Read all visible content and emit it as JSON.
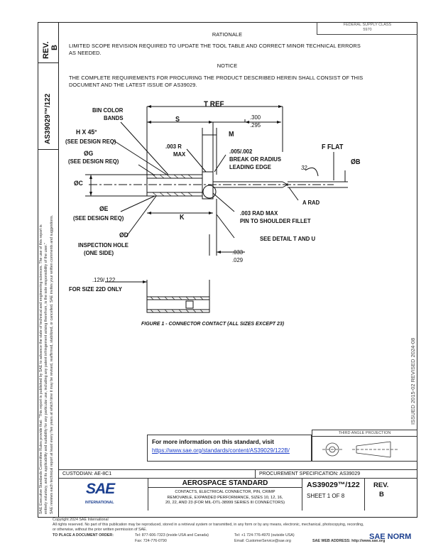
{
  "header": {
    "rev_label": "REV.",
    "rev_value": "B",
    "doc_number": "AS39029™/122",
    "fed_box_line1": "FEDERAL SUPPLY CLASS",
    "fed_box_line2": "5970"
  },
  "left_margin": {
    "line1": "SAE Executive Standards Committee Rules provide that: “This report is published by SAE to advance the state of technical and engineering sciences. The use of this report is",
    "line2": "entirely voluntary, and its applicability and suitability for any particular use, including any patent infringement arising therefrom, is the sole responsibility of the user.”",
    "line3": "SAE reviews each technical report at least every five years at which time it may be revised, reaffirmed, stabilized, or cancelled. SAE invites your written comments and suggestions."
  },
  "right_margin": {
    "dates": "ISSUED 2015-02   REVISED 2024-08"
  },
  "body": {
    "rationale_heading": "RATIONALE",
    "rationale_text_1": "LIMITED SCOPE REVISION REQUIRED TO UPDATE THE TOOL TABLE AND CORRECT MINOR TECHNICAL ERRORS",
    "rationale_text_2": "AS NEEDED.",
    "notice_heading": "NOTICE",
    "notice_text_1": "THE COMPLETE REQUIREMENTS FOR PROCURING THE PRODUCT DESCRIBED HEREIN SHALL CONSIST OF THIS",
    "notice_text_2": "DOCUMENT AND THE LATEST ISSUE OF AS39029."
  },
  "drawing": {
    "bin_color_1": "BIN COLOR",
    "bin_color_2": "BANDS",
    "t_ref": "T REF",
    "s": "S",
    "dim_300": ".300",
    "dim_295": ".295",
    "m": "M",
    "h_x_45": "H X 45°",
    "see_design_req_1": "(SEE DESIGN REQ)",
    "r_003": ".003 R",
    "max": "MAX",
    "dim_005": ".005/.002",
    "break_or_radius": "BREAK OR RADIUS",
    "leading_edge": "LEADING EDGE",
    "f_flat": "F FLAT",
    "g": "ØG",
    "see_design_req_2": "(SEE DESIGN REQ)",
    "angle_32": "32",
    "b": "ØB",
    "c": "ØC",
    "a_rad": "A RAD",
    "e": "ØE",
    "see_design_req_3": "(SEE DESIGN REQ)",
    "k": "K",
    "rad_max": ".003 RAD MAX",
    "pin_fillet": "PIN TO SHOULDER FILLET",
    "d": "ØD",
    "inspection_hole": "INSPECTION HOLE",
    "one_side": "(ONE SIDE)",
    "see_detail": "SEE DETAIL T AND U",
    "dim_033": ".033",
    "dim_029": ".029",
    "dim_129": ".129/.122",
    "for_size_22d": "FOR SIZE 22D ONLY",
    "figure_caption": "FIGURE 1 - CONNECTOR CONTACT (ALL SIZES EXCEPT 23)"
  },
  "info_box": {
    "line1": "For more information on this standard, visit",
    "link": "https://www.sae.org/standards/content/AS39029/122B/"
  },
  "third_angle": {
    "label": "THIRD ANGLE PROJECTION"
  },
  "title_block": {
    "custodian": "CUSTODIAN: AE-8C1",
    "procurement": "PROCUREMENT SPECIFICATION: AS39029",
    "logo_text": "SAE",
    "logo_sub": "INTERNATIONAL",
    "aero_standard": "AEROSPACE STANDARD",
    "title_line1": "CONTACTS, ELECTRICAL CONNECTOR, PIN, CRIMP",
    "title_line2": "REMOVABLE, EXPANDED PERFORMANCE, SIZES 10, 12, 16,",
    "title_line3": "20, 22, AND 23 (FOR MIL-DTL-38999 SERIES III CONNECTORS)",
    "doc_number": "AS39029™/122",
    "sheet": "SHEET 1 OF 8",
    "rev_label": "REV.",
    "rev_value": "B"
  },
  "footer": {
    "copyright": "Copyright 2024 SAE International",
    "rights_1": "All rights reserved. No part of this publication may be reproduced, stored in a retrieval system or transmitted, in any form or by any means, electronic, mechanical, photocopying, recording,",
    "rights_2": "or otherwise, without the prior written permission of SAE.",
    "order_label": "TO PLACE A DOCUMENT ORDER:",
    "tel1": "Tel: 877-606-7323 (inside USA and Canada)",
    "tel2": "Tel: +1 724-776-4970 (outside USA)",
    "fax": "Fax: 724-776-0790",
    "email": "Email: CustomerService@sae.org",
    "web": "SAE WEB ADDRESS: http://www.sae.org",
    "watermark": "SAE NORM"
  }
}
